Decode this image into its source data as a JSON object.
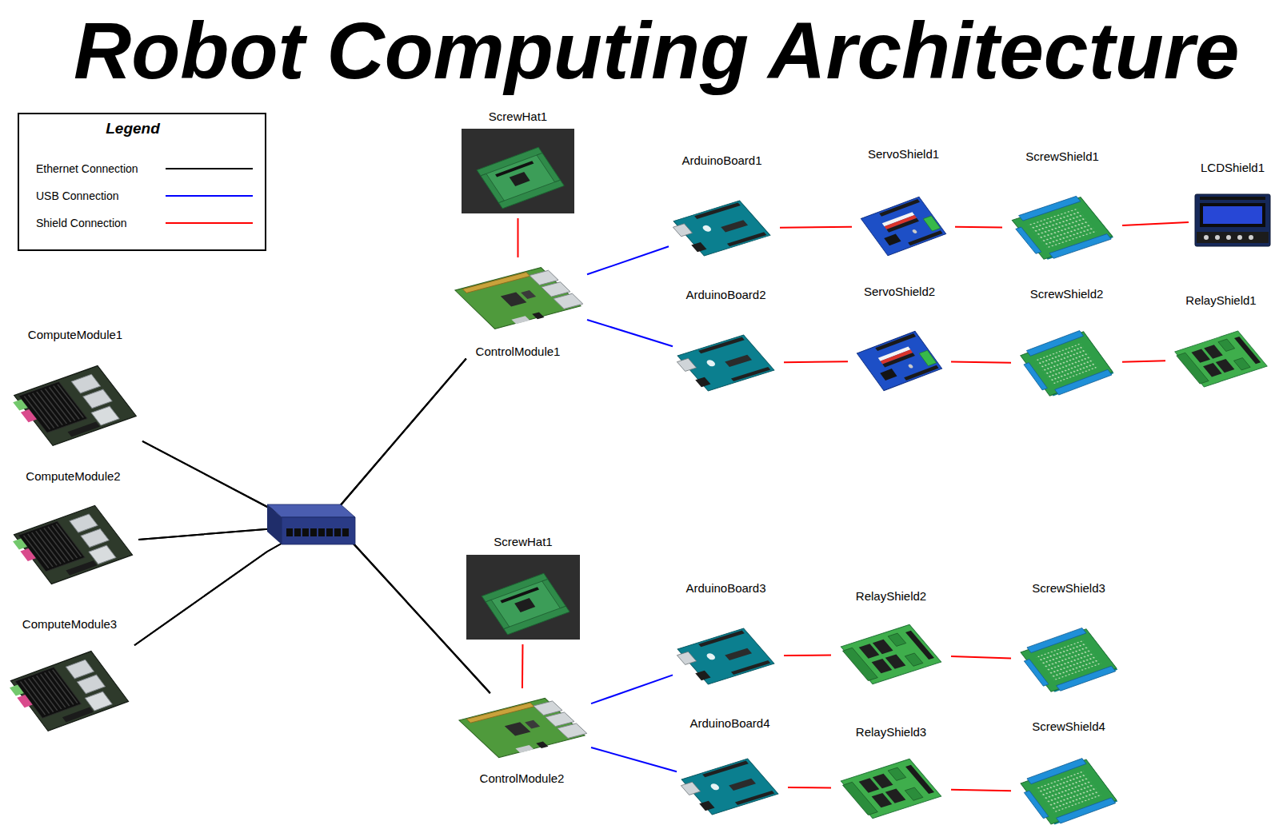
{
  "diagram": {
    "title": "Robot Computing Architecture",
    "nodes": [
      {
        "text": [
          "ScrewHat1"
        ]
      },
      {
        "text": [
          "ArduinoBoard1"
        ]
      },
      {
        "text": [
          "ServoShield1"
        ]
      },
      {
        "text": [
          "ScrewShield1"
        ]
      },
      {
        "text": [
          "LCDShield1"
        ]
      },
      {
        "text": [
          "ControlModule1"
        ]
      },
      {
        "text": [
          "ArduinoBoard2"
        ]
      },
      {
        "text": [
          "ServoShield2"
        ]
      },
      {
        "text": [
          "ScrewShield2"
        ]
      },
      {
        "text": [
          "RelayShield1"
        ]
      },
      {
        "text": [
          "ComputeModule1"
        ]
      },
      {
        "text": [
          "ComputeModule2"
        ]
      },
      {
        "text": [
          "ComputeModule3"
        ]
      },
      {
        "text": [
          "ScrewHat1"
        ]
      },
      {
        "text": [
          "ArduinoBoard3"
        ]
      },
      {
        "text": [
          "RelayShield2"
        ]
      },
      {
        "text": [
          "ScrewShield3"
        ]
      },
      {
        "text": [
          "ControlModule2"
        ]
      },
      {
        "text": [
          "ArduinoBoard4"
        ]
      },
      {
        "text": [
          "RelayShield3"
        ]
      },
      {
        "text": [
          "ScrewShield4"
        ]
      }
    ],
    "edges": [
      {
        "from": 0,
        "to": 5,
        "arrow": "none"
      },
      {
        "from": 5,
        "to": 1,
        "arrow": "none"
      },
      {
        "from": 5,
        "to": 6,
        "arrow": "none"
      },
      {
        "from": 1,
        "to": 2,
        "arrow": "none"
      },
      {
        "from": 2,
        "to": 3,
        "arrow": "none"
      },
      {
        "from": 3,
        "to": 4,
        "arrow": "none"
      },
      {
        "from": 6,
        "to": 7,
        "arrow": "none"
      },
      {
        "from": 7,
        "to": 8,
        "arrow": "none"
      },
      {
        "from": 8,
        "to": 9,
        "arrow": "none"
      },
      {
        "from": 10,
        "to": 5,
        "arrow": "none"
      },
      {
        "from": 10,
        "to": 17,
        "arrow": "none"
      },
      {
        "from": 11,
        "to": 5,
        "arrow": "none"
      },
      {
        "from": 11,
        "to": 17,
        "arrow": "none"
      },
      {
        "from": 12,
        "to": 5,
        "arrow": "none"
      },
      {
        "from": 12,
        "to": 17,
        "arrow": "none"
      },
      {
        "from": 13,
        "to": 17,
        "arrow": "none"
      },
      {
        "from": 17,
        "to": 14,
        "arrow": "none"
      },
      {
        "from": 17,
        "to": 18,
        "arrow": "none"
      },
      {
        "from": 14,
        "to": 15,
        "arrow": "none"
      },
      {
        "from": 15,
        "to": 16,
        "arrow": "none"
      },
      {
        "from": 18,
        "to": 19,
        "arrow": "none"
      },
      {
        "from": 19,
        "to": 20,
        "arrow": "none"
      }
    ],
    "labels": [
      "Legend"
    ],
    "legend": [
      {
        "text": "Ethernet Connection",
        "color": "#000000"
      },
      {
        "text": "USB Connection",
        "color": "#0000ff"
      },
      {
        "text": "Shield Connection",
        "color": "#ff0000"
      }
    ]
  }
}
